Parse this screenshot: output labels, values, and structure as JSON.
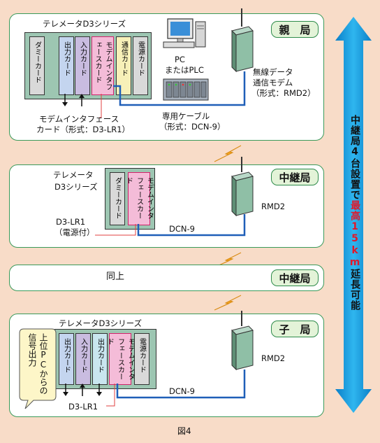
{
  "stations": {
    "parent": {
      "badge": "親　局",
      "series_label": "テレメータD3シリーズ",
      "cards": [
        "ダミーカード",
        "出力カード",
        "入力カード",
        "モデムインタフェースカード",
        "通信カード",
        "電源カード"
      ],
      "pc_label_1": "PC",
      "pc_label_2": "またはPLC",
      "modem_label_1": "無線データ",
      "modem_label_2": "通信モデム",
      "modem_label_3": "（形式：RMD2）",
      "cable_label_1": "専用ケーブル",
      "cable_label_2": "（形式：DCN-9）",
      "interface_label_1": "モデムインタフェース",
      "interface_label_2": "カード（形式：D3-LR1）"
    },
    "relay": {
      "badge": "中継局",
      "series_label_1": "テレメータ",
      "series_label_2": "D3シリーズ",
      "cards": [
        "ダミーカード",
        "モデムインタフェースカード"
      ],
      "interface_label_1": "D3-LR1",
      "interface_label_2": "（電源付）",
      "modem_label": "RMD2",
      "cable_label": "DCN-9"
    },
    "relay_same": {
      "badge": "中継局",
      "text": "同上"
    },
    "child": {
      "badge": "子　局",
      "series_label": "テレメータD3シリーズ",
      "cards": [
        "出力カード",
        "入力カード",
        "出力カード",
        "モデムインタフェースカード",
        "電源カード"
      ],
      "callout": "上位PCからの信号出力",
      "interface_label": "D3-LR1",
      "modem_label": "RMD2",
      "cable_label": "DCN-9"
    }
  },
  "side_arrow": {
    "text_before": "中継局4台設置で",
    "text_highlight": "最高15km",
    "text_after": "延長可能"
  },
  "caption": "図4",
  "colors": {
    "background": "#f8dcc8",
    "panel_border": "#3a9a5a",
    "cable": "#1f5fb8",
    "lightning": "#f5a623",
    "arrow": "#1aa0e0",
    "highlight_text": "#e0182a",
    "callout_line": "#e04040"
  }
}
